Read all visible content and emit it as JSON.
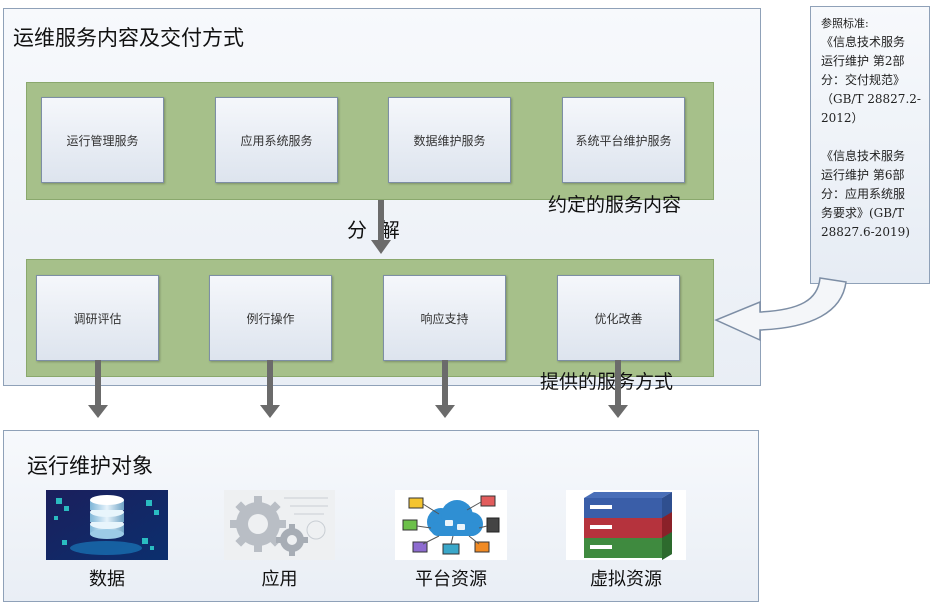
{
  "top_section": {
    "title": "运维服务内容及交付方式",
    "service_content": {
      "items": [
        "运行管理服务",
        "应用系统服务",
        "数据维护服务",
        "系统平台维护服务"
      ],
      "caption": "约定的服务内容"
    },
    "decompose_label": "分  解",
    "delivery_mode": {
      "items": [
        "调研评估",
        "例行操作",
        "响应支持",
        "优化改善"
      ],
      "caption": "提供的服务方式"
    }
  },
  "reference": {
    "label": "参照标准:",
    "lines_1": [
      "《信息技术服务",
      "运行维护 第2部",
      "分：交付规范》",
      "（GB/T 28827.2-",
      "2012）"
    ],
    "lines_2": [
      "《信息技术服务",
      "运行维护 第6部",
      "分：应用系统服",
      "务要求》(GB/T",
      "28827.6-2019)"
    ]
  },
  "bottom_section": {
    "title": "运行维护对象",
    "objects": [
      {
        "label": "数据",
        "icon": "database-server-icon"
      },
      {
        "label": "应用",
        "icon": "gears-icon"
      },
      {
        "label": "平台资源",
        "icon": "cloud-platform-icon"
      },
      {
        "label": "虚拟资源",
        "icon": "server-stack-icon"
      }
    ]
  },
  "colors": {
    "band_green": "#a6c08a",
    "arrow_gray": "#6b6b6b",
    "frame_border": "#8fa1b8"
  }
}
